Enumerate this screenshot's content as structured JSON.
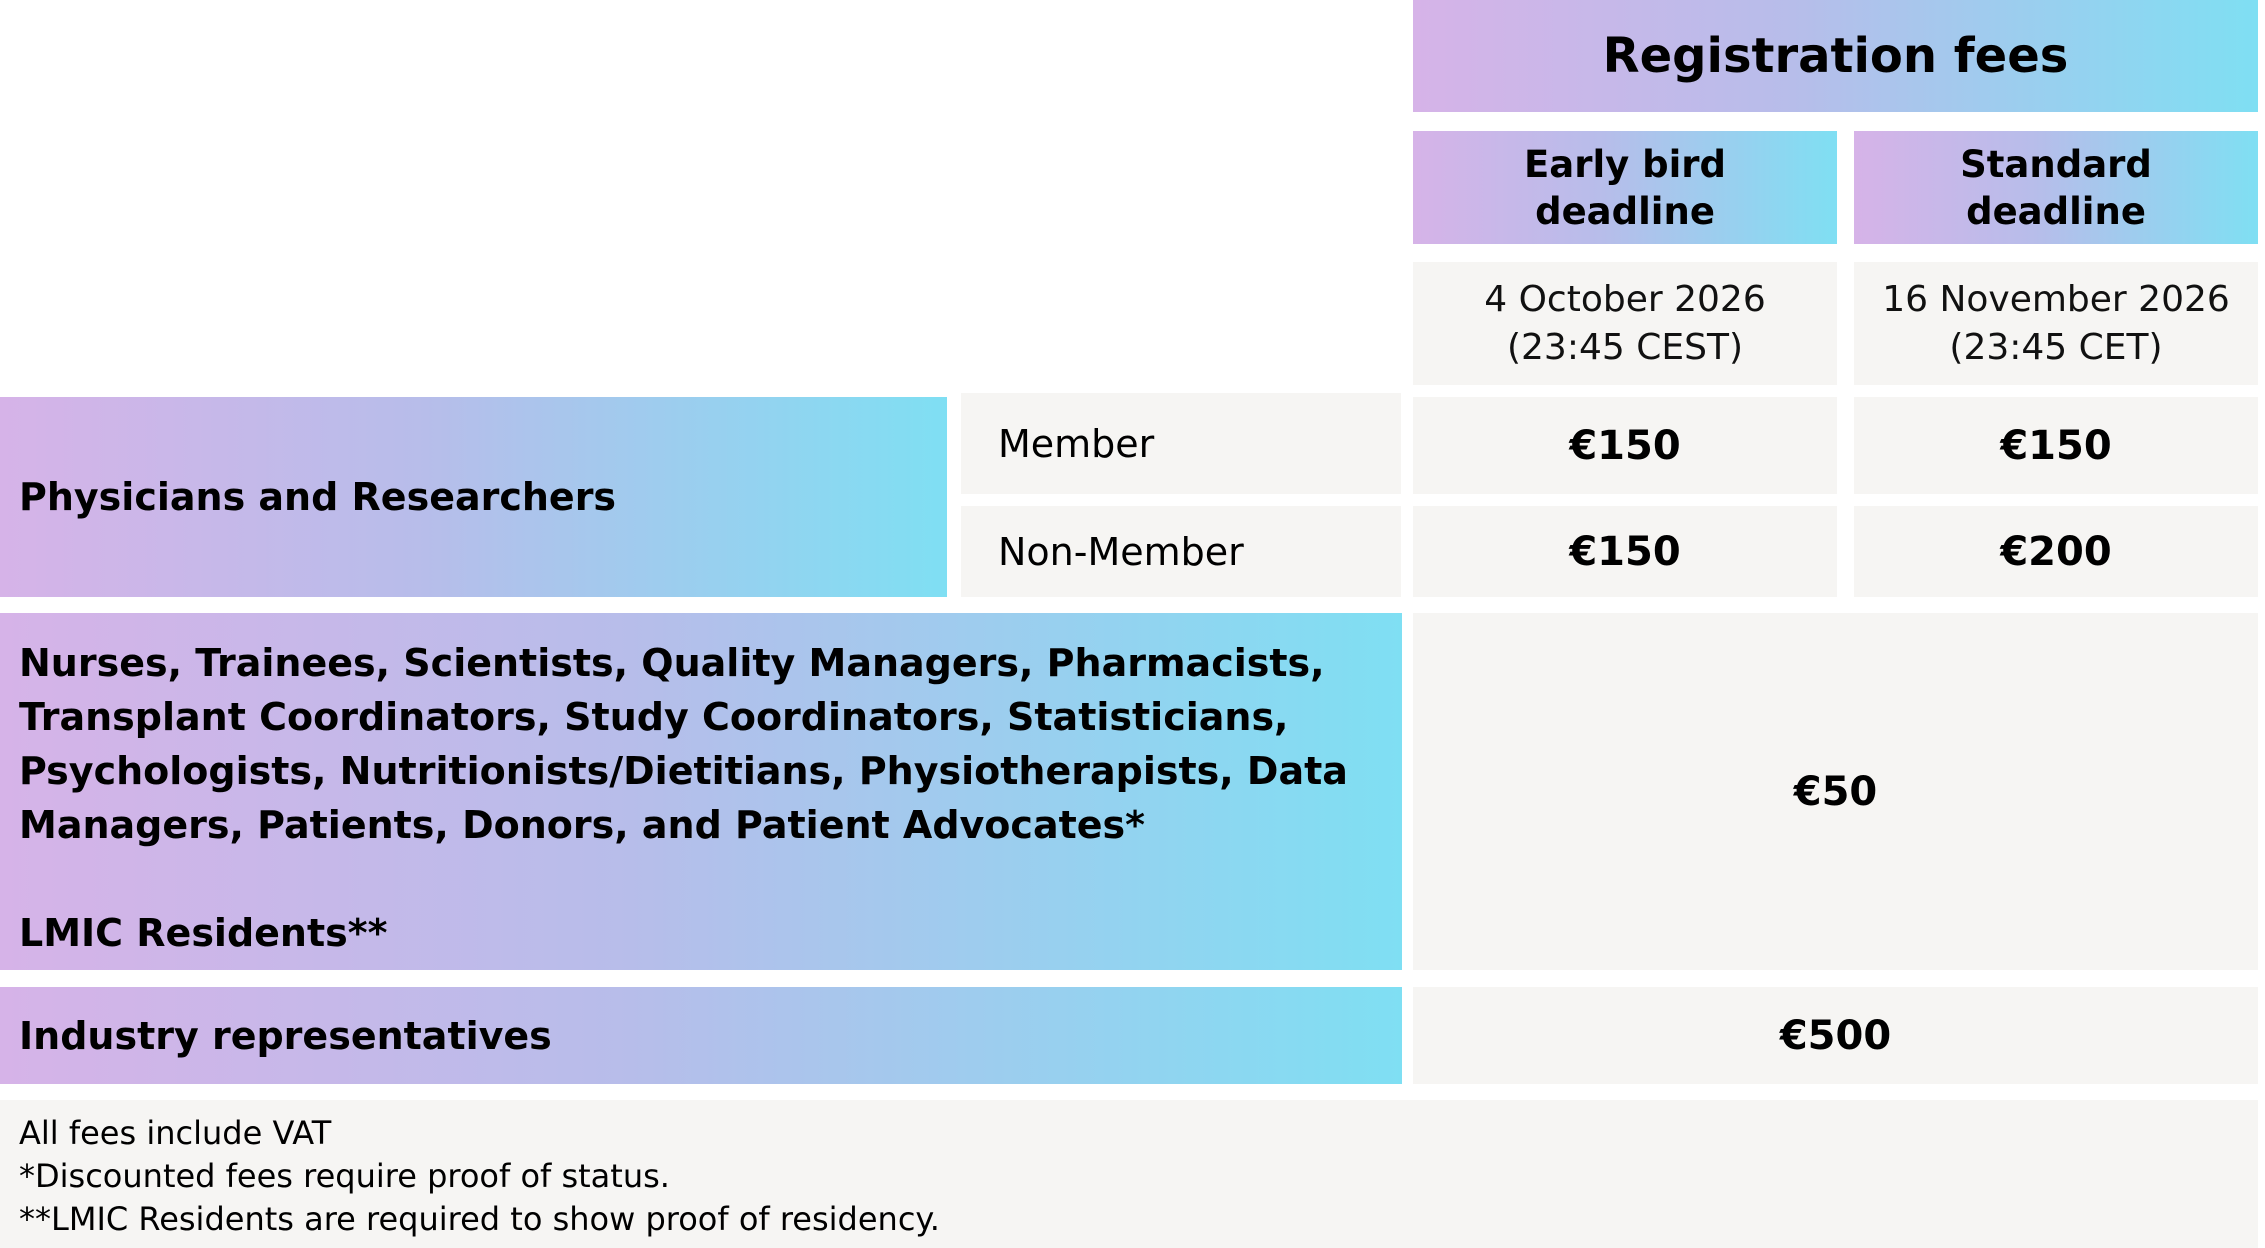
{
  "header": {
    "title": "Registration fees",
    "early_bird": [
      "Early bird",
      "deadline"
    ],
    "standard": [
      "Standard",
      "deadline"
    ],
    "early_date": [
      "4 October 2026",
      "(23:45 CEST)"
    ],
    "standard_date": [
      "16 November 2026",
      "(23:45 CET)"
    ]
  },
  "rows": {
    "physicians": {
      "label": "Physicians and Researchers",
      "member_label": "Member",
      "nonmember_label": "Non-Member",
      "member_early": "€150",
      "member_standard": "€150",
      "nonmember_early": "€150",
      "nonmember_standard": "€200"
    },
    "nurses": {
      "lines": [
        "Nurses, Trainees, Scientists, Quality Managers, Pharmacists,",
        "Transplant Coordinators, Study Coordinators, Statisticians,",
        "Psychologists, Nutritionists/Dietitians, Physiotherapists, Data",
        "Managers, Patients, Donors, and Patient Advocates*"
      ],
      "lmic": "LMIC Residents**",
      "price": "€50"
    },
    "industry": {
      "label": "Industry representatives",
      "price": "€500"
    }
  },
  "notes": [
    "All fees include VAT",
    "*Discounted fees require proof of status.",
    "**LMIC Residents are required to show proof of residency."
  ]
}
